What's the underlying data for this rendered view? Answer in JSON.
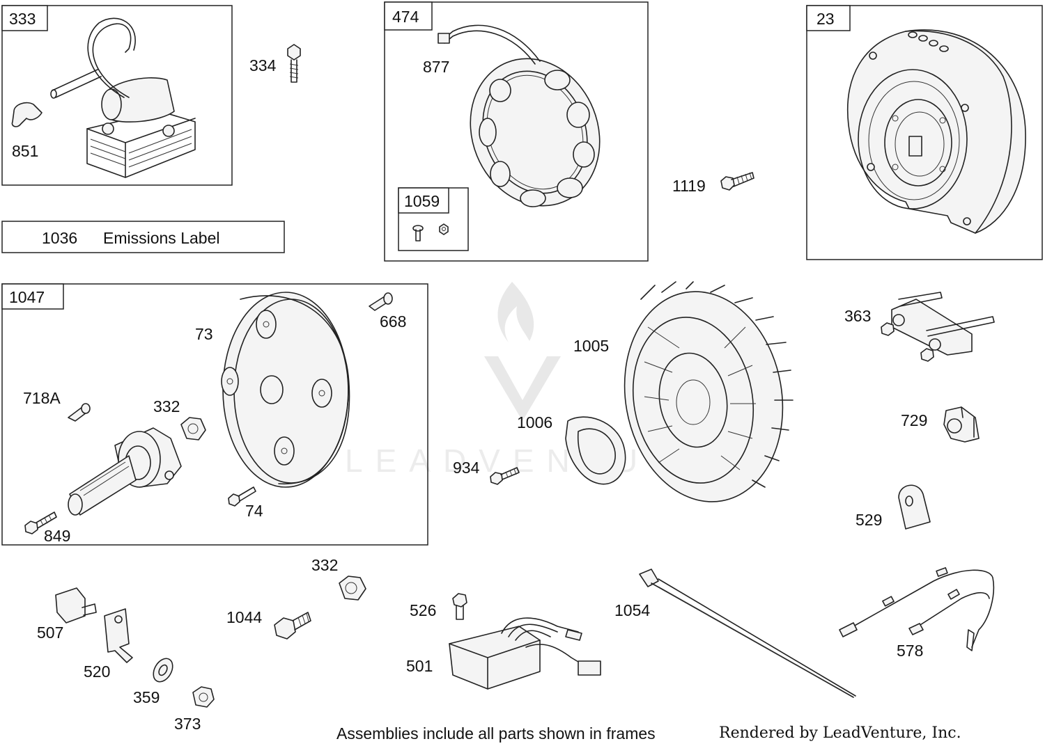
{
  "watermark": {
    "text": "LEADVENTURE"
  },
  "frames": {
    "f333": "333",
    "f474": "474",
    "f1059": "1059",
    "f23": "23",
    "f1047": "1047"
  },
  "emissions_label": {
    "number": "1036",
    "text": "Emissions Label"
  },
  "callouts": {
    "c851": "851",
    "c334": "334",
    "c877": "877",
    "c1119": "1119",
    "c73": "73",
    "c668": "668",
    "c718a": "718A",
    "c332a": "332",
    "c74": "74",
    "c849": "849",
    "c1005": "1005",
    "c1006": "1006",
    "c934": "934",
    "c363": "363",
    "c729": "729",
    "c529": "529",
    "c332b": "332",
    "c1044": "1044",
    "c507": "507",
    "c520": "520",
    "c359": "359",
    "c373": "373",
    "c526": "526",
    "c501": "501",
    "c1054": "1054",
    "c578": "578"
  },
  "footer": {
    "note": "Assemblies include all parts shown in frames",
    "credit": "Rendered by LeadVenture, Inc."
  }
}
